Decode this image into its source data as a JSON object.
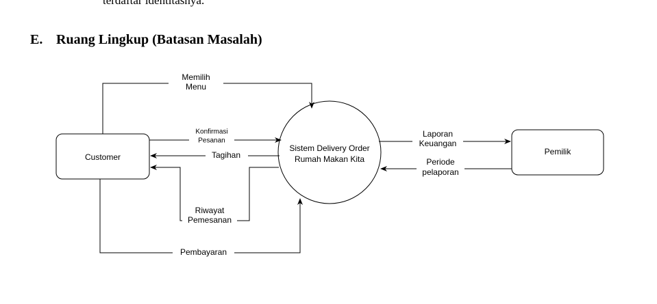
{
  "doc": {
    "top_text": "terdaftar identitasnya.",
    "section_letter": "E.",
    "section_title": "Ruang Lingkup (Batasan Masalah)"
  },
  "diagram": {
    "entities": {
      "customer": "Customer",
      "owner": "Pemilik"
    },
    "process": {
      "line1": "Sistem Delivery Order",
      "line2": "Rumah Makan Kita"
    },
    "flows": {
      "memilih_menu": [
        "Memilih",
        "Menu"
      ],
      "konfirmasi_pesanan": [
        "Konfirmasi",
        "Pesanan"
      ],
      "tagihan": "Tagihan",
      "riwayat_pemesanan": [
        "Riwayat",
        "Pemesanan"
      ],
      "pembayaran": "Pembayaran",
      "laporan_keuangan": [
        "Laporan",
        "Keuangan"
      ],
      "periode_pelaporan": [
        "Periode",
        "pelaporan"
      ]
    }
  }
}
